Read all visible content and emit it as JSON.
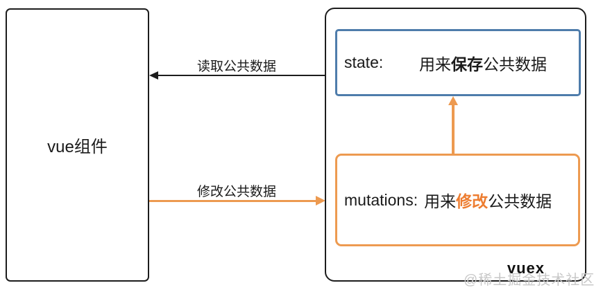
{
  "vue_box": {
    "label": "vue组件"
  },
  "vuex_container": {
    "label": "vuex"
  },
  "state_box": {
    "prefix": "state:",
    "text_before": "用来",
    "text_bold": "保存",
    "text_after": "公共数据",
    "border_color": "#4e7cab"
  },
  "mutations_box": {
    "prefix": "mutations:",
    "text_before": "用来",
    "text_bold": "修改",
    "text_after": "公共数据",
    "border_color": "#ed9a50",
    "bold_text_color": "#ed7d31"
  },
  "arrows": {
    "read_label": "读取公共数据",
    "modify_label": "修改公共数据",
    "read_color": "#1c1c1c",
    "modify_color": "#ed9a50",
    "up_color": "#ed9a50"
  },
  "watermark": "@稀土掘金技术社区",
  "colors": {
    "black": "#1c1c1c",
    "blue": "#4e7cab",
    "orange": "#ed9a50",
    "orange_bold": "#ed7d31",
    "watermark_gray": "#c8c8c8",
    "background": "#ffffff"
  }
}
